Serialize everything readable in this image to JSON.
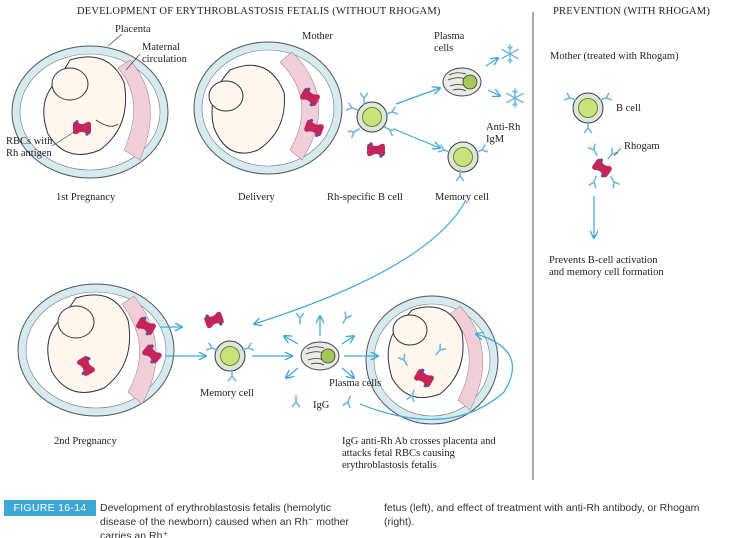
{
  "headers": {
    "left": "DEVELOPMENT OF ERYTHROBLASTOSIS FETALIS (WITHOUT RHOGAM)",
    "right": "PREVENTION (WITH RHOGAM)"
  },
  "labels": {
    "placenta": "Placenta",
    "maternal_circulation": "Maternal circulation",
    "rbcs": "RBCs with Rh antigen",
    "first_pregnancy": "1st Pregnancy",
    "mother": "Mother",
    "delivery": "Delivery",
    "plasma_cells_top": "Plasma cells",
    "anti_rh_igm": "Anti-Rh IgM",
    "rh_specific_b_cell": "Rh-specific B cell",
    "memory_cell_top": "Memory cell",
    "second_pregnancy": "2nd Pregnancy",
    "memory_cell_bottom": "Memory cell",
    "plasma_cells_bottom": "Plasma cells",
    "igg": "IgG",
    "igg_description": "IgG anti-Rh Ab crosses placenta and attacks fetal RBCs causing erythroblastosis fetalis",
    "mother_treated": "Mother (treated with Rhogam)",
    "b_cell": "B cell",
    "rhogam": "Rhogam",
    "prevents": "Prevents B-cell activation and memory cell formation"
  },
  "caption": {
    "figure": "FIGURE 16-14",
    "left_text": "Development of erythroblastosis fetalis (hemolytic disease of the newborn) caused when an Rh⁻ mother carries an Rh⁺",
    "right_text": "fetus (left), and effect of treatment with anti-Rh antibody, or Rhogam (right)."
  },
  "colors": {
    "accent": "#3da7d6",
    "rbc": "#c4265a",
    "cell_fill": "#c9e27a",
    "antibody": "#6fb7dc"
  }
}
